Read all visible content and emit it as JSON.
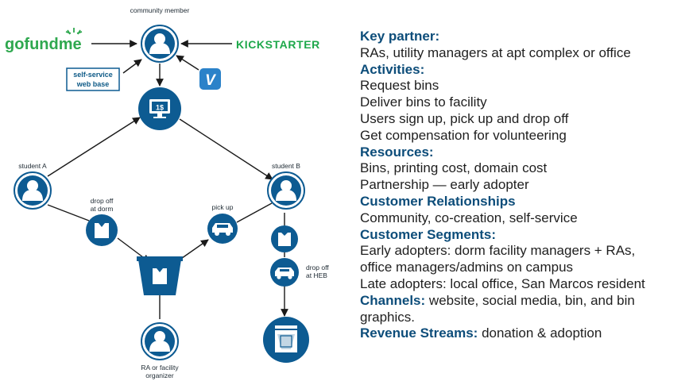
{
  "diagram": {
    "community_member": "community member",
    "gofundme": "gofundme",
    "kickstarter": "KICKSTARTER",
    "self_service_1": "self-service",
    "self_service_2": "web base",
    "venmo_letter": "V",
    "payment_label": "1$",
    "student_a": "student A",
    "student_b": "student B",
    "drop_off_dorm_1": "drop off",
    "drop_off_dorm_2": "at dorm",
    "pick_up": "pick up",
    "drop_off_heb_1": "drop off",
    "drop_off_heb_2": "at HEB",
    "ra_1": "RA or facility",
    "ra_2": "organizer"
  },
  "canvas": {
    "key_partner_h": "Key partner:",
    "key_partner_1": "RAs, utility managers at apt complex or office",
    "activities_h": "Activities:",
    "activities": [
      "Request bins",
      "Deliver bins to facility",
      "Users sign up, pick up and drop off",
      "Get compensation for volunteering"
    ],
    "resources_h": "Resources:",
    "resources": [
      "Bins, printing cost, domain cost",
      "Partnership — early adopter"
    ],
    "customer_rel_h": "Customer Relationships",
    "customer_rel_1": "Community, co-creation, self-service",
    "segments_h": "Customer Segments:",
    "segments": [
      "Early adopters: dorm facility managers + RAs,",
      "office managers/admins  on campus",
      "Late adopters: local office, San Marcos resident"
    ],
    "channels_h": "Channels:",
    "channels_text": " website, social media, bin, and bin graphics.",
    "revenue_h": "Revenue Streams:",
    "revenue_text": " donation & adoption"
  },
  "colors": {
    "primary_blue": "#0d5b92",
    "heading_blue": "#0d4d7a",
    "gofundme_green": "#2fa84f",
    "kickstarter_green": "#1ea84b"
  },
  "icons": [
    "person-icon",
    "bag-icon",
    "car-icon",
    "bin-icon",
    "monitor-icon",
    "washer-icon",
    "venmo-icon"
  ]
}
